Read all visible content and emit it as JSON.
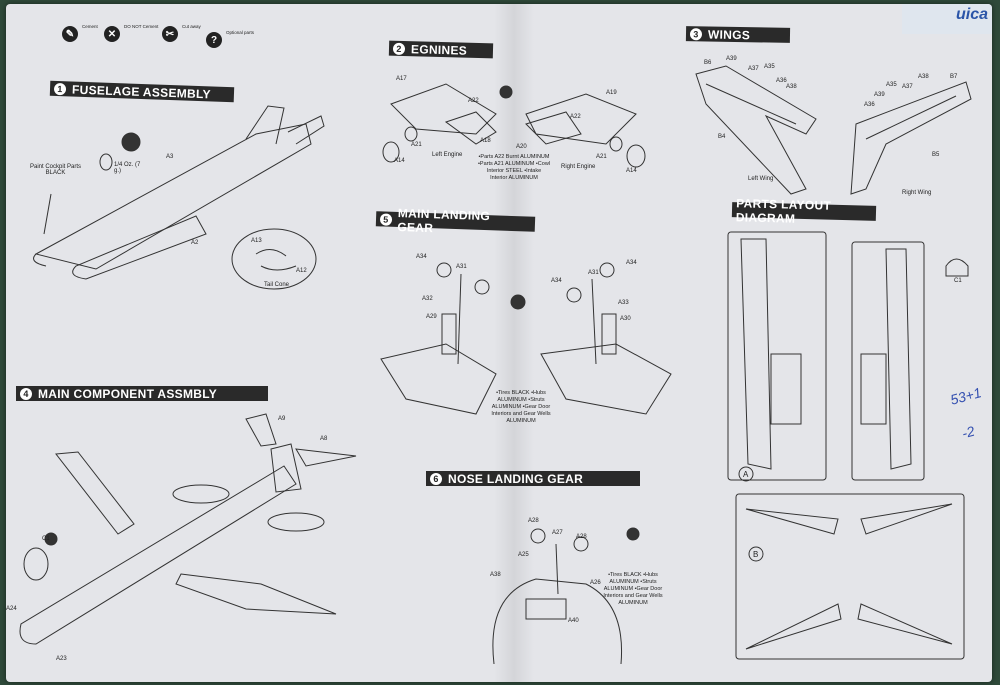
{
  "sections": {
    "fuselage": {
      "num": "1",
      "title": "FUSELAGE ASSEMBLY"
    },
    "engines": {
      "num": "2",
      "title": "EGNINES"
    },
    "wings": {
      "num": "3",
      "title": "WINGS"
    },
    "main_component": {
      "num": "4",
      "title": "MAIN COMPONENT ASSMBLY"
    },
    "main_gear": {
      "num": "5",
      "title": "MAIN LANDING GEAR"
    },
    "nose_gear": {
      "num": "6",
      "title": "NOSE LANDING GEAR"
    },
    "parts_layout": {
      "title": "PARTS LAYOUT DIAGRAM"
    }
  },
  "legend": {
    "glue": "Cement",
    "no_cement": "DO NOT Cement",
    "cut": "Cut away",
    "optional": "Optional parts"
  },
  "fuselage_labels": {
    "paint_cockpit": "Paint Cockpit Parts BLACK",
    "weight": "1/4 Oz. (7 g.)",
    "a3": "A3",
    "a2": "A2",
    "a13": "A13",
    "a12": "A12",
    "tail_cone": "Tail Cone"
  },
  "engine_labels": {
    "left": "Left Engine",
    "right": "Right Engine",
    "a17": "A17",
    "a22": "A22",
    "a21": "A21",
    "a14": "A14",
    "a18": "A18",
    "a19": "A19",
    "a20": "A20",
    "note": "•Parts A22 Burnt ALUMINUM •Parts A21 ALUMINUM •Cowl Interior STEEL •Intake Interior ALUMINUM"
  },
  "wing_labels": {
    "left": "Left Wing",
    "right": "Right Wing",
    "b4": "B4",
    "b5": "B5",
    "b6": "B6",
    "b7": "B7",
    "a39": "A39",
    "a37": "A37",
    "a35": "A35",
    "a36": "A36",
    "a38": "A38"
  },
  "main_gear_labels": {
    "a34": "A34",
    "a31": "A31",
    "a32": "A32",
    "a33": "A33",
    "a29": "A29",
    "a30": "A30",
    "note": "•Tires BLACK •Hubs ALUMINUM •Struts ALUMINUM •Gear Door Interiors and Gear Wells ALUMINUM"
  },
  "main_component_labels": {
    "a9": "A9",
    "a8": "A8",
    "c1": "C1",
    "a24": "A24",
    "a23": "A23"
  },
  "nose_gear_labels": {
    "a28": "A28",
    "a27": "A27",
    "a25": "A25",
    "a26": "A26",
    "a40": "A40",
    "a38": "A38",
    "note": "•Tires BLACK •Hubs ALUMINUM •Struts ALUMINUM •Gear Door Interiors and Gear Wells ALUMINUM"
  },
  "parts_layout_labels": {
    "sprue_a": "A",
    "sprue_b": "B",
    "c1": "C1"
  },
  "handwriting": {
    "line1": "53+1",
    "line2": "-2"
  },
  "corner_text": "uica"
}
